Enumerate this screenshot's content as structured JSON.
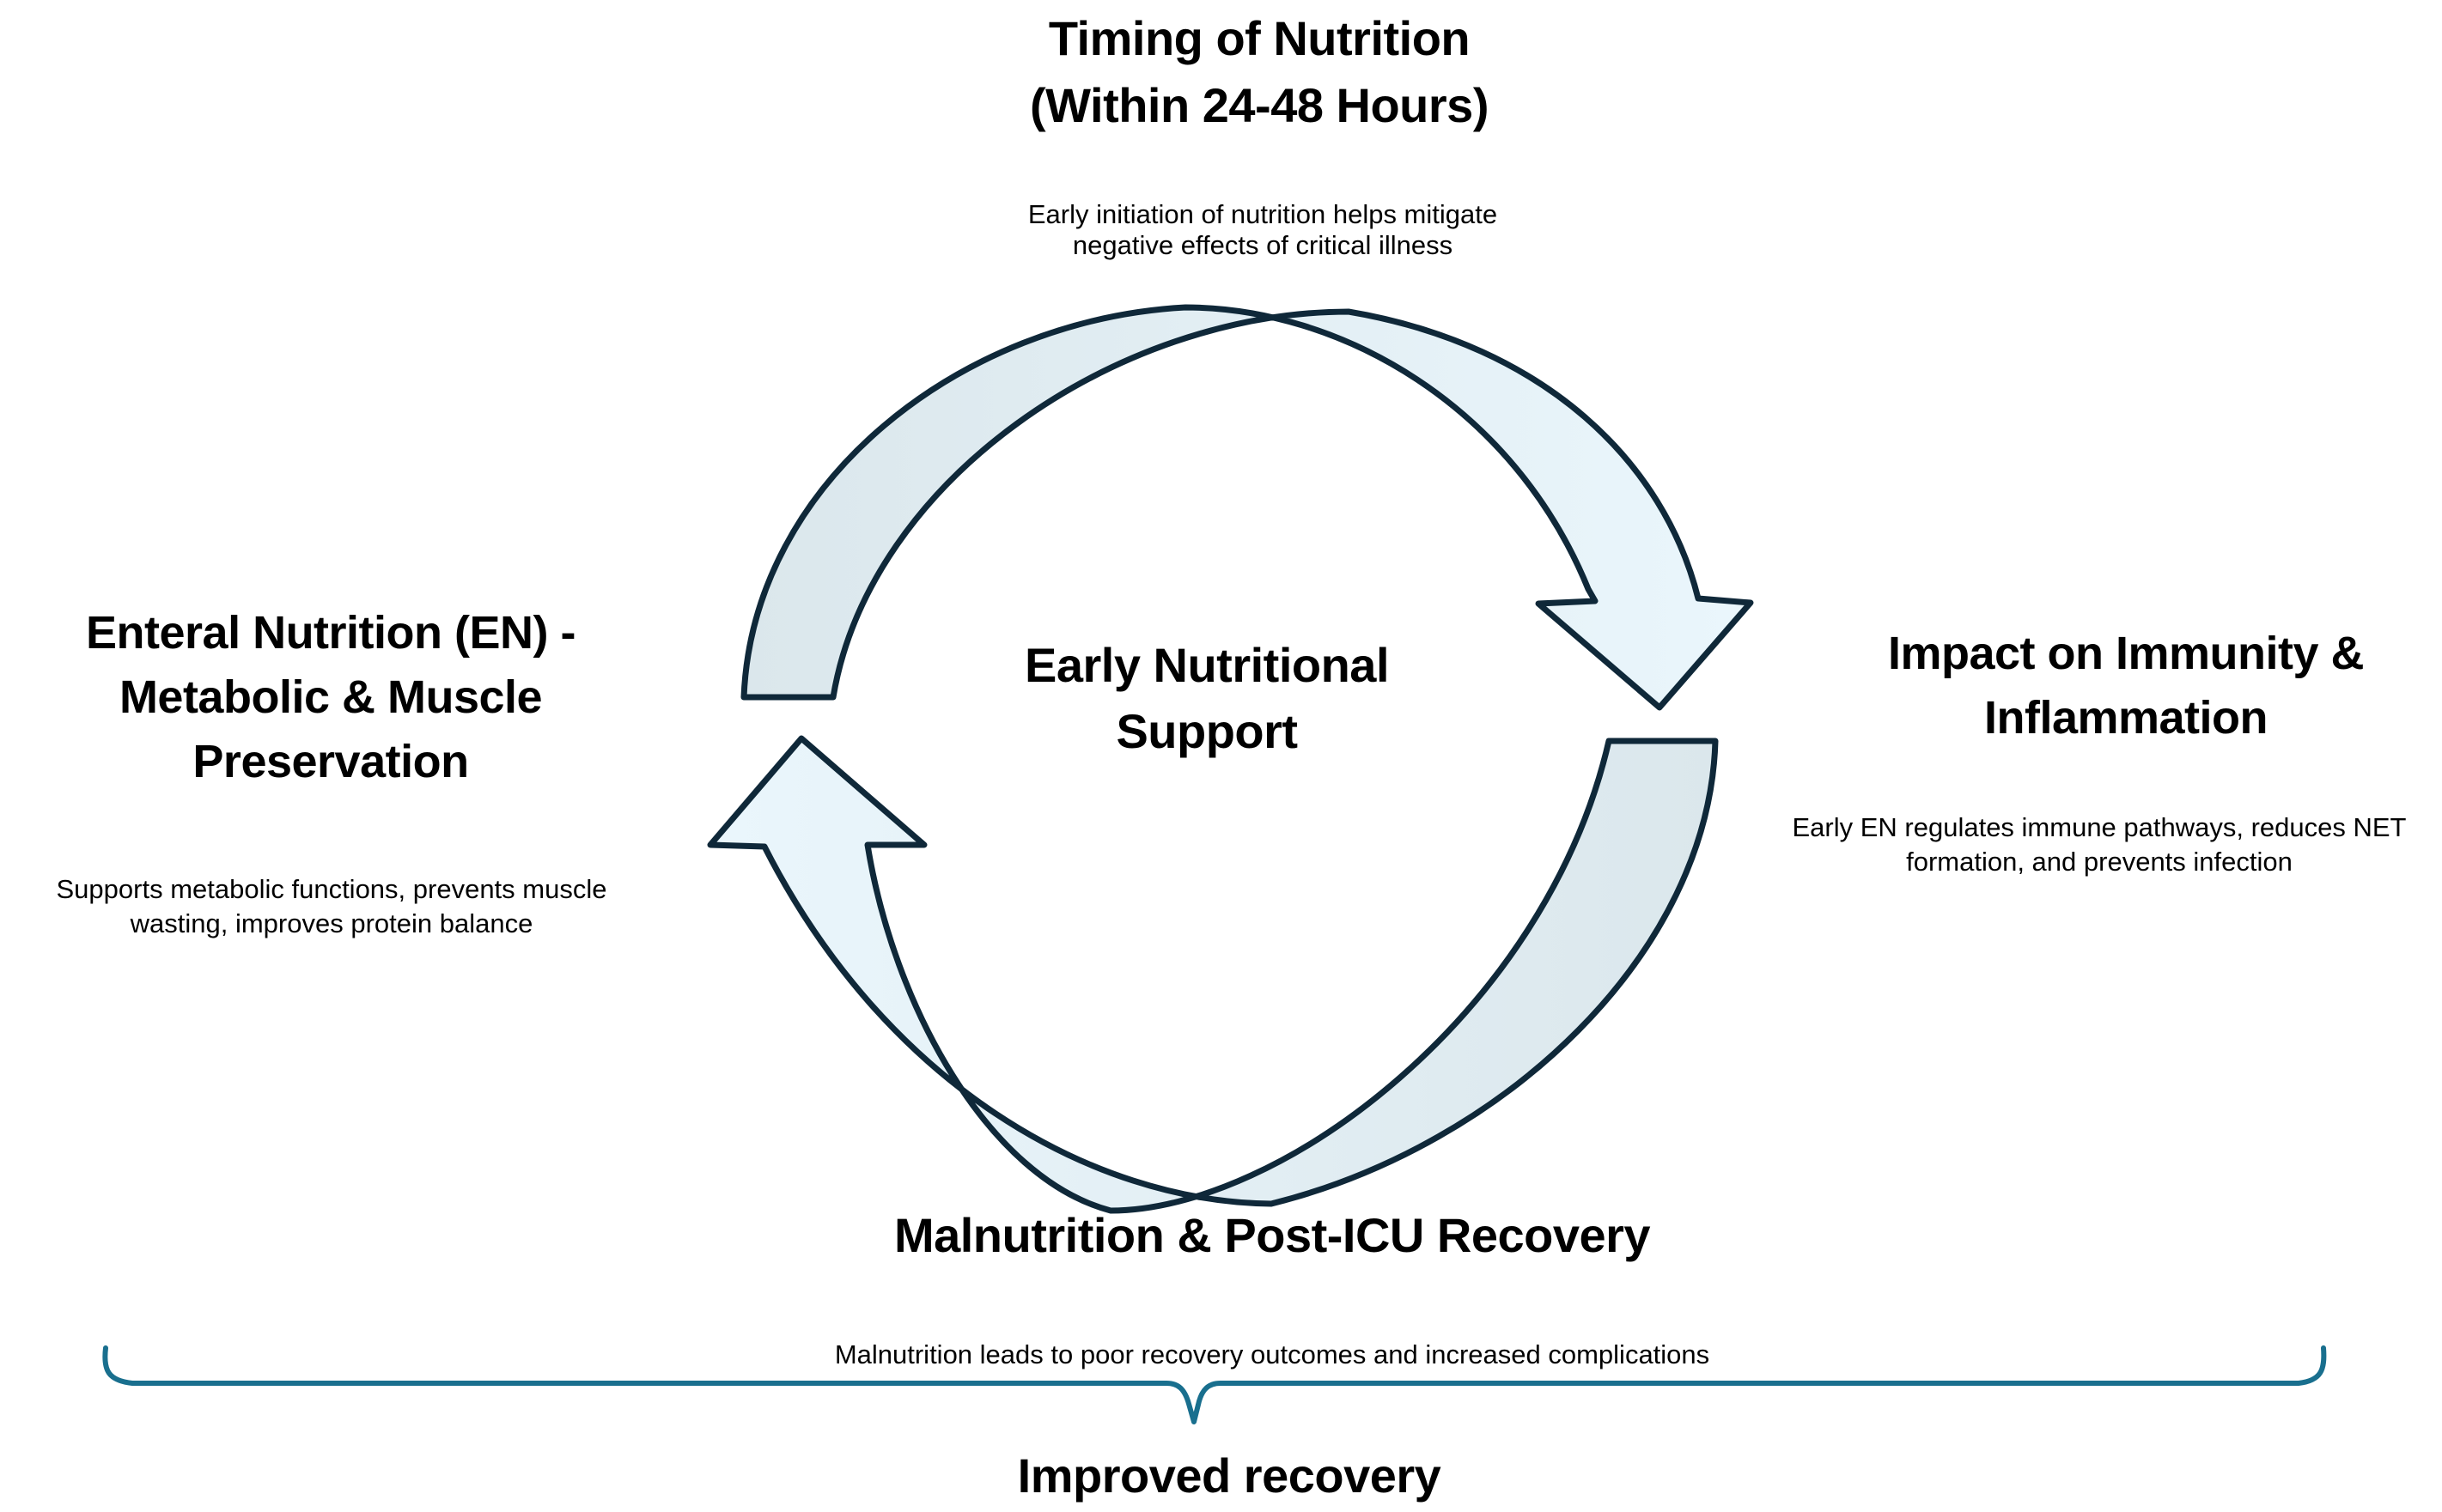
{
  "diagram": {
    "top_node": {
      "title_lines": [
        "Timing of Nutrition",
        "(Within 24-48 Hours)"
      ],
      "subtitle_lines": [
        "Early initiation of nutrition helps mitigate",
        "negative effects of critical illness"
      ]
    },
    "center_node": {
      "label_lines": [
        "Early Nutritional",
        "Support"
      ]
    },
    "left_node": {
      "heading_lines": [
        "Enteral Nutrition (EN) -",
        "Metabolic & Muscle",
        "Preservation"
      ],
      "subtitle_lines": [
        "Supports metabolic functions, prevents muscle",
        "wasting, improves protein balance"
      ]
    },
    "right_node": {
      "heading_lines": [
        "Impact on Immunity &",
        "Inflammation"
      ],
      "subtitle_lines": [
        "Early EN regulates immune pathways, reduces NET",
        "formation, and prevents infection"
      ]
    },
    "bottom_node": {
      "heading": "Malnutrition & Post-ICU Recovery",
      "subtitle": "Malnutrition leads to poor recovery outcomes and increased complications"
    },
    "footer": {
      "label": "Improved recovery"
    },
    "icons": [
      "cycle-arrow-top-icon",
      "cycle-arrow-bottom-icon",
      "brace-icon"
    ],
    "colors": {
      "arrow_fill_tail": "#dbe7ec",
      "arrow_fill_head": "#eaf6fc",
      "arrow_outline": "#0f2839",
      "brace": "#196f8e",
      "text": "#000000",
      "background": "#ffffff"
    }
  }
}
